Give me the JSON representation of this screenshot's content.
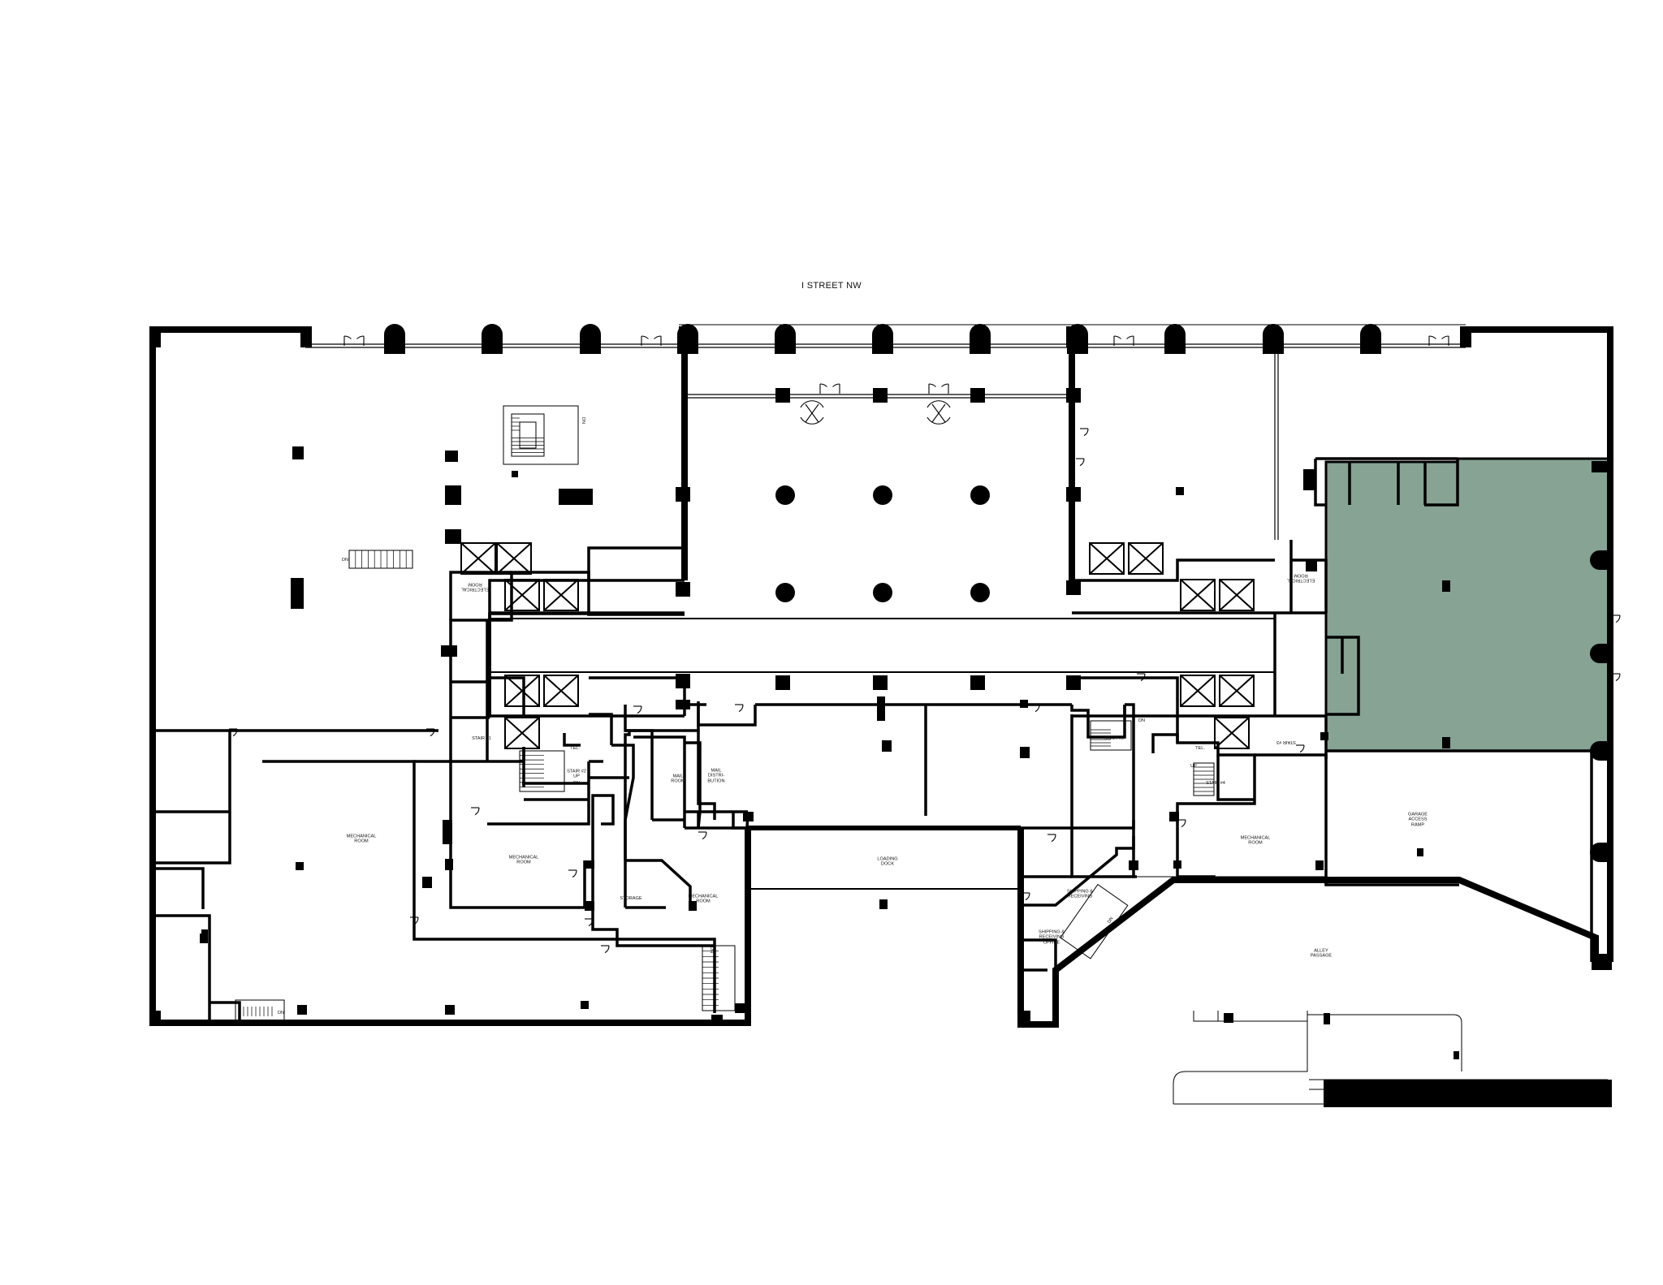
{
  "street_label": "I STREET NW",
  "highlight_color": "#86a394",
  "labels": {
    "mechanical_room_west": "MECHANICAL\nROOM",
    "mechanical_room_2": "MECHANICAL\nROOM",
    "mechanical_room_3": "MECHANICAL\nROOM",
    "mechanical_room_east": "MECHANICAL\nROOM",
    "electrical_room_west": "ELECTRICAL\nROOM",
    "electrical_room_east": "ELECTRICAL\nROOM",
    "storage": "STORAGE",
    "mail_room": "MAIL\nROOM",
    "mail_distribution": "MAIL\nDISTRI-\nBUTION",
    "loading_dock": "LOADING\nDOCK",
    "shipping_receiving": "SHIPPING &\nRECEIVING",
    "shipping_receiving_office": "SHIPPING &\nRECEIVING\nOFFICE",
    "garage_access_ramp": "GARAGE\nACCESS\nRAMP",
    "alley_passage": "ALLEY\nPASSAGE",
    "stair_1": "STAIR #1",
    "stair_2": "STAIR #2\nUP",
    "stair_3": "STAIR #3",
    "stair_4": "STAIR #4",
    "stair_5": "STAIR #5",
    "tel_west": "TEL.",
    "tel_east": "TEL.",
    "up_east": "UP",
    "dn_1": "DN",
    "dn_2": "DN",
    "dn_3": "DN",
    "dn_4": "DN",
    "dn_5": "DN",
    "dn_6": "DN",
    "dn_7": "DN"
  }
}
